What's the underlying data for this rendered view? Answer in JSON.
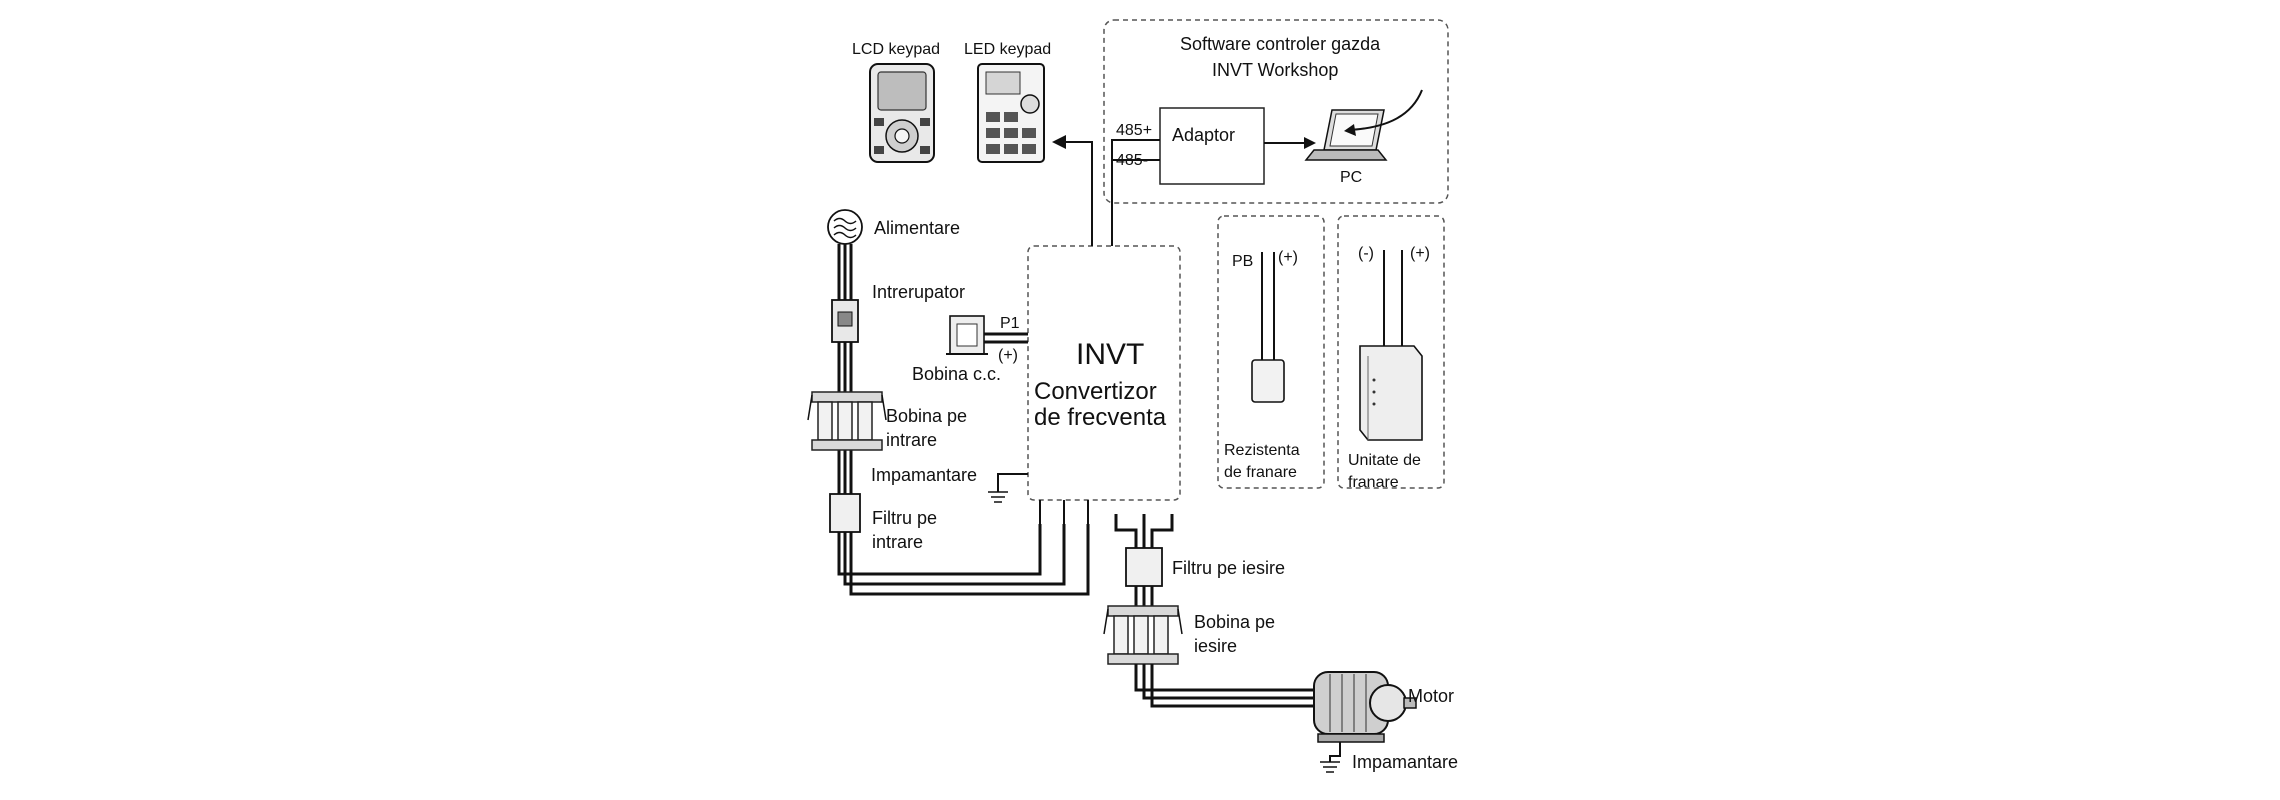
{
  "software_title_line1": "Software controler gazda",
  "software_title_line2": "INVT Workshop",
  "lcd_keypad": "LCD keypad",
  "led_keypad": "LED keypad",
  "port_485_plus": "485+",
  "port_485_minus": "485-",
  "adaptor": "Adaptor",
  "pc": "PC",
  "alimentare": "Alimentare",
  "intrerupator": "Intrerupator",
  "p1": "P1",
  "plus_dc": "(+)",
  "bobina_cc": "Bobina c.c.",
  "inverter_line1": "INVT",
  "inverter_line2": "Convertizor",
  "inverter_line3": "de frecventa",
  "bobina_intrare_1": "Bobina pe",
  "bobina_intrare_2": "intrare",
  "impamantare_left": "Impamantare",
  "filtru_intrare_1": "Filtru pe",
  "filtru_intrare_2": "intrare",
  "pb": "PB",
  "pb_plus": "(+)",
  "rezistenta_1": "Rezistenta",
  "rezistenta_2": "de franare",
  "unit_minus": "(-)",
  "unit_plus": "(+)",
  "unitate_1": "Unitate de",
  "unitate_2": "franare",
  "filtru_iesire": "Filtru pe iesire",
  "bobina_iesire_1": "Bobina pe",
  "bobina_iesire_2": "iesire",
  "motor": "Motor",
  "impamantare_motor": "Impamantare"
}
